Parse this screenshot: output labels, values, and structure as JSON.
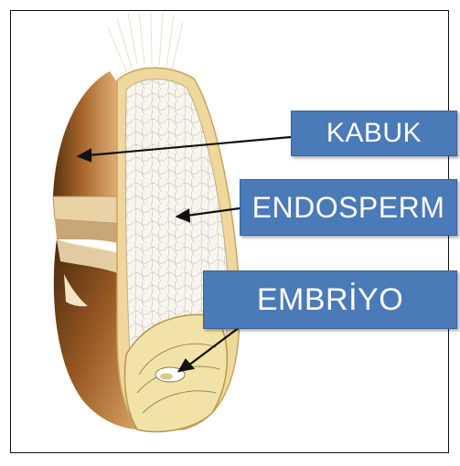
{
  "labels": {
    "kabuk": "KABUK",
    "endosperm": "ENDOSPERM",
    "embriyo": "EMBRİYO"
  },
  "colors": {
    "label_bg": "#4a7ab7",
    "label_text": "#ffffff",
    "hull_dark": "#7a4a1f",
    "hull_light": "#d9a468",
    "endosperm": "#f7f3ea",
    "embryo": "#f0e2a6"
  }
}
